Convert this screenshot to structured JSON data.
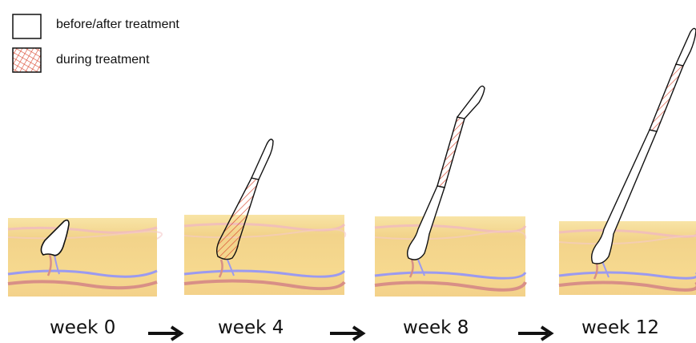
{
  "legend": {
    "items": [
      {
        "label": "before/after treatment",
        "pattern": "plain"
      },
      {
        "label": "during treatment",
        "pattern": "red-hatch"
      }
    ]
  },
  "stages": [
    {
      "label": "week 0"
    },
    {
      "label": "week 4"
    },
    {
      "label": "week 8"
    },
    {
      "label": "week 12"
    }
  ],
  "colors": {
    "skin_base": "#f6d98f",
    "skin_top": "#f8e6ae",
    "skin_pink": "#f1c3c5",
    "vein": "#9b9af0",
    "artery": "#d88f86",
    "hatch": "#d9472f",
    "outline": "#111111"
  }
}
